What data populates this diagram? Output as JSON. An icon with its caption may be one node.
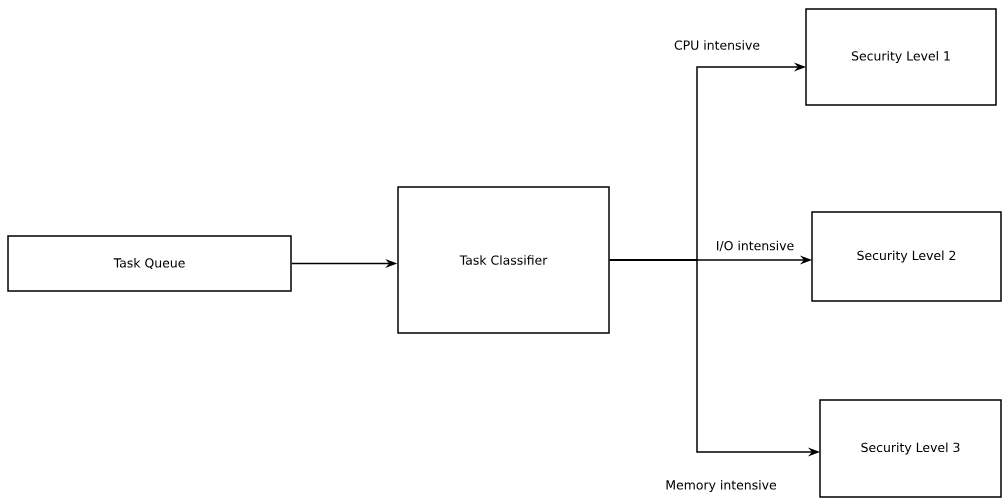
{
  "diagram": {
    "nodes": [
      {
        "text": [
          "Task Queue"
        ]
      },
      {
        "text": [
          "Task Classifier"
        ]
      },
      {
        "text": [
          "Security Level 1"
        ]
      },
      {
        "text": [
          "Security Level 2"
        ]
      },
      {
        "text": [
          "Security Level 3"
        ]
      }
    ],
    "edges": [
      {
        "from": 0,
        "to": 1,
        "arrow": "to"
      },
      {
        "from": 1,
        "to": 2,
        "arrow": "to",
        "label": "CPU intensive"
      },
      {
        "from": 1,
        "to": 3,
        "arrow": "to",
        "label": "I/O intensive"
      },
      {
        "from": 1,
        "to": 4,
        "arrow": "to",
        "label": "Memory intensive"
      }
    ]
  }
}
